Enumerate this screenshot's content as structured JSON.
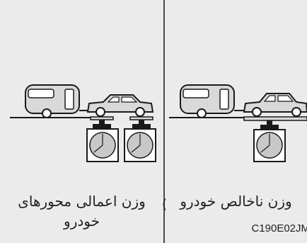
{
  "left_panel": {
    "caption_line1": "وزن اعمالی محورهای",
    "caption_line2": "خودرو"
  },
  "right_panel": {
    "caption": "وزن ناخالص خودرو",
    "clipped_glyph": "("
  },
  "figure_code": "C190E02JM",
  "colors": {
    "background": "#ebebeb",
    "divider": "#4a4a4a",
    "outline": "#1a1a1a",
    "body_fill": "#d9d9d9",
    "scale_face": "#c8c8c8"
  }
}
